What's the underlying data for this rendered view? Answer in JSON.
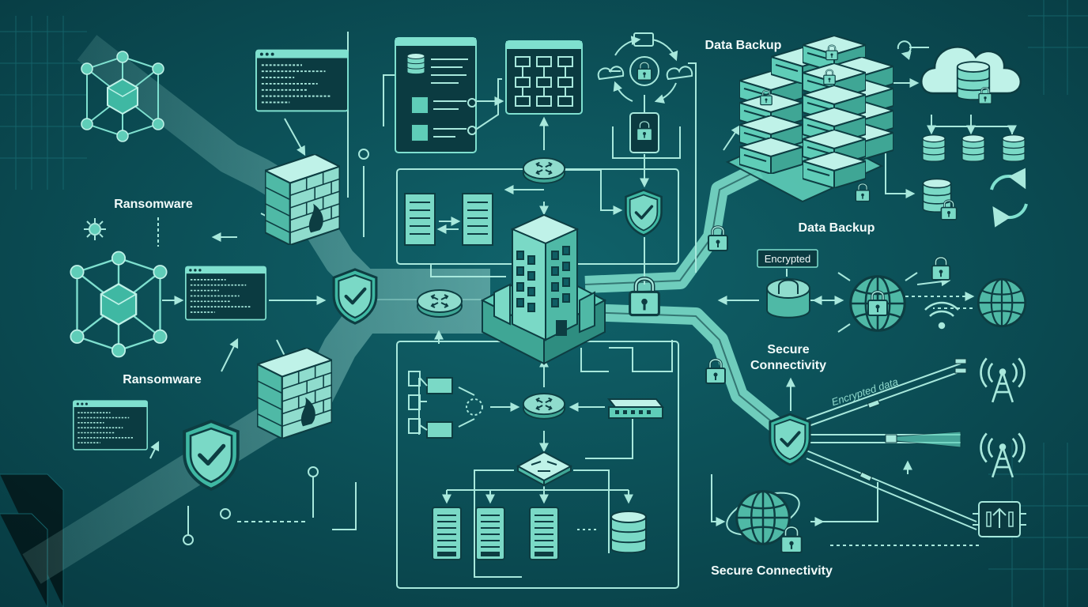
{
  "colors": {
    "background": "#0c4f57",
    "background_dark": "#083a41",
    "accent": "#5fcdb8",
    "accent_light": "#a8e8dc",
    "line": "#7fe0cf",
    "node_fill": "#0f5c63",
    "text": "#f2fbfa"
  },
  "labels": {
    "ransomware_top": "Ransomware",
    "ransomware_bottom": "Ransomware",
    "data_backup_top": "Data Backup",
    "data_backup_mid": "Data Backup",
    "encrypted_badge": "Encrypted",
    "secure_connectivity_mid": "Secure\nConnectivity",
    "secure_connectivity_bottom": "Secure Connectivity",
    "encrypted_data": "Encrypted data"
  },
  "icons": {
    "threat": "crystal-node-icon",
    "firewall": "brick-firewall-icon",
    "shield": "shield-check-icon",
    "router": "router-icon",
    "building": "office-building-icon",
    "server": "server-rack-icon",
    "database": "database-icon",
    "cloud": "cloud-icon",
    "lock": "padlock-icon",
    "globe": "globe-icon",
    "antenna": "radio-tower-icon",
    "sync": "sync-arrows-icon",
    "wifi": "wifi-icon"
  }
}
